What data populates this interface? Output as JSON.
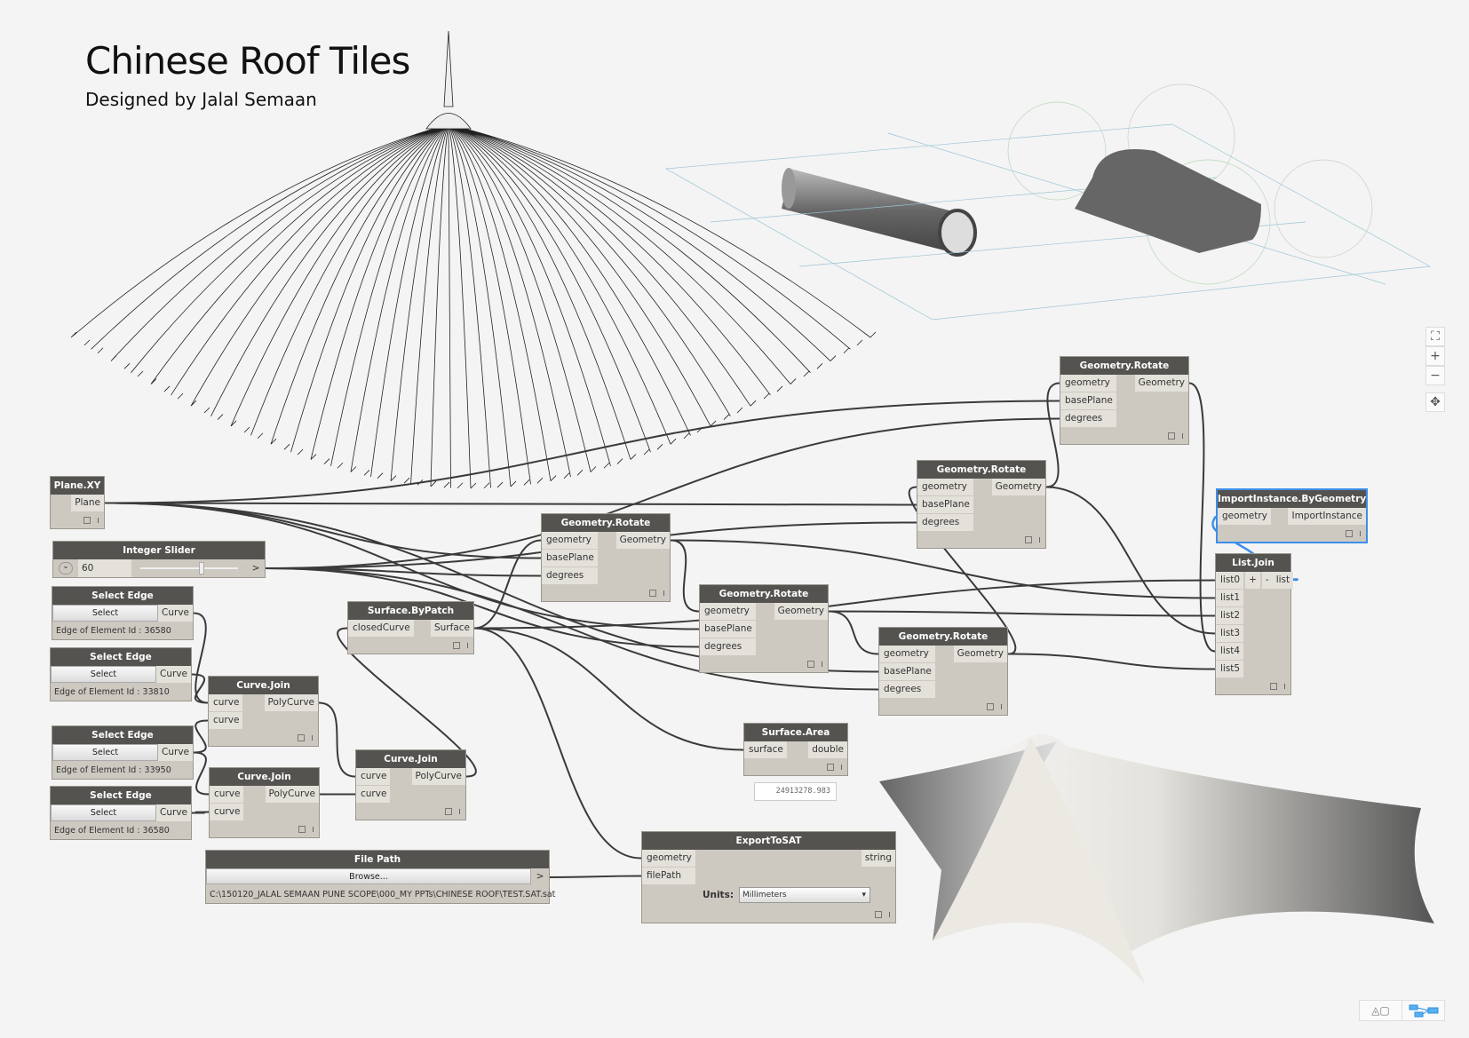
{
  "header": {
    "title": "Chinese Roof Tiles",
    "subtitle": "Designed by Jalal Semaan"
  },
  "colors": {
    "node_header": "#545350",
    "node_body": "#cdc9c1",
    "selection": "#3d8ee8",
    "canvas": "#f4f4f4"
  },
  "nodes": {
    "plane_xy": {
      "title": "Plane.XY",
      "inputs": [],
      "outputs": [
        "Plane"
      ]
    },
    "integer_slider": {
      "title": "Integer Slider",
      "value": "60",
      "output": ">",
      "slider_fraction": 0.6
    },
    "select_edge_1": {
      "title": "Select Edge",
      "button": "Select",
      "outputs": [
        "Curve"
      ],
      "status": "Edge of Element Id : 36580"
    },
    "select_edge_2": {
      "title": "Select Edge",
      "button": "Select",
      "outputs": [
        "Curve"
      ],
      "status": "Edge of Element Id : 33810"
    },
    "select_edge_3": {
      "title": "Select Edge",
      "button": "Select",
      "outputs": [
        "Curve"
      ],
      "status": "Edge of Element Id : 33950"
    },
    "select_edge_4": {
      "title": "Select Edge",
      "button": "Select",
      "outputs": [
        "Curve"
      ],
      "status": "Edge of Element Id : 36580"
    },
    "curve_join_1": {
      "title": "Curve.Join",
      "inputs": [
        "curve",
        "curve"
      ],
      "outputs": [
        "PolyCurve"
      ]
    },
    "curve_join_2": {
      "title": "Curve.Join",
      "inputs": [
        "curve",
        "curve"
      ],
      "outputs": [
        "PolyCurve"
      ]
    },
    "curve_join_3": {
      "title": "Curve.Join",
      "inputs": [
        "curve",
        "curve"
      ],
      "outputs": [
        "PolyCurve"
      ]
    },
    "surface_bypatch": {
      "title": "Surface.ByPatch",
      "inputs": [
        "closedCurve"
      ],
      "outputs": [
        "Surface"
      ]
    },
    "geometry_rotate_a": {
      "title": "Geometry.Rotate",
      "inputs": [
        "geometry",
        "basePlane",
        "degrees"
      ],
      "outputs": [
        "Geometry"
      ]
    },
    "geometry_rotate_b": {
      "title": "Geometry.Rotate",
      "inputs": [
        "geometry",
        "basePlane",
        "degrees"
      ],
      "outputs": [
        "Geometry"
      ]
    },
    "geometry_rotate_c": {
      "title": "Geometry.Rotate",
      "inputs": [
        "geometry",
        "basePlane",
        "degrees"
      ],
      "outputs": [
        "Geometry"
      ]
    },
    "geometry_rotate_d": {
      "title": "Geometry.Rotate",
      "inputs": [
        "geometry",
        "basePlane",
        "degrees"
      ],
      "outputs": [
        "Geometry"
      ]
    },
    "geometry_rotate_e": {
      "title": "Geometry.Rotate",
      "inputs": [
        "geometry",
        "basePlane",
        "degrees"
      ],
      "outputs": [
        "Geometry"
      ]
    },
    "surface_area": {
      "title": "Surface.Area",
      "inputs": [
        "surface"
      ],
      "outputs": [
        "double"
      ],
      "watch": "24913278.983"
    },
    "import_instance": {
      "title": "ImportInstance.ByGeometry",
      "inputs": [
        "geometry"
      ],
      "outputs": [
        "ImportInstance"
      ],
      "selected": true
    },
    "list_join": {
      "title": "List.Join",
      "inputs": [
        "list0",
        "list1",
        "list2",
        "list3",
        "list4",
        "list5"
      ],
      "outputs": [
        "list"
      ],
      "add": "+",
      "remove": "-"
    },
    "file_path": {
      "title": "File Path",
      "button": "Browse...",
      "output": ">",
      "path": "C:\\150120_JALAL SEMAAN PUNE SCOPE\\000_MY PPTs\\CHINESE ROOF\\TEST.SAT.sat"
    },
    "export_to_sat": {
      "title": "ExportToSAT",
      "inputs": [
        "geometry",
        "filePath"
      ],
      "outputs": [
        "string"
      ],
      "units_label": "Units:",
      "units_value": "Millimeters"
    }
  },
  "connections": [
    [
      "select_edge_1",
      0,
      "curve_join_1",
      0
    ],
    [
      "select_edge_3",
      0,
      "curve_join_1",
      1
    ],
    [
      "select_edge_2",
      0,
      "curve_join_1",
      0
    ],
    [
      "select_edge_4",
      0,
      "curve_join_2",
      1
    ],
    [
      "select_edge_3",
      0,
      "curve_join_2",
      0
    ],
    [
      "curve_join_1",
      0,
      "curve_join_3",
      0
    ],
    [
      "curve_join_2",
      0,
      "curve_join_3",
      1
    ],
    [
      "curve_join_3",
      0,
      "surface_bypatch",
      0
    ],
    [
      "surface_bypatch",
      0,
      "geometry_rotate_a",
      0
    ],
    [
      "surface_bypatch",
      0,
      "surface_area",
      0
    ],
    [
      "surface_bypatch",
      0,
      "export_to_sat",
      0
    ],
    [
      "surface_bypatch",
      0,
      "list_join",
      0
    ],
    [
      "plane_xy",
      0,
      "geometry_rotate_a",
      1
    ],
    [
      "plane_xy",
      0,
      "geometry_rotate_b",
      1
    ],
    [
      "plane_xy",
      0,
      "geometry_rotate_c",
      1
    ],
    [
      "plane_xy",
      0,
      "geometry_rotate_d",
      1
    ],
    [
      "plane_xy",
      0,
      "geometry_rotate_e",
      1
    ],
    [
      "integer_slider",
      0,
      "geometry_rotate_a",
      2
    ],
    [
      "integer_slider",
      0,
      "geometry_rotate_b",
      2
    ],
    [
      "integer_slider",
      0,
      "geometry_rotate_c",
      2
    ],
    [
      "integer_slider",
      0,
      "geometry_rotate_d",
      2
    ],
    [
      "integer_slider",
      0,
      "geometry_rotate_e",
      2
    ],
    [
      "geometry_rotate_a",
      0,
      "geometry_rotate_b",
      0
    ],
    [
      "geometry_rotate_b",
      0,
      "geometry_rotate_c",
      0
    ],
    [
      "geometry_rotate_c",
      0,
      "geometry_rotate_d",
      0
    ],
    [
      "geometry_rotate_d",
      0,
      "geometry_rotate_e",
      0
    ],
    [
      "geometry_rotate_a",
      0,
      "list_join",
      1
    ],
    [
      "geometry_rotate_b",
      0,
      "list_join",
      2
    ],
    [
      "geometry_rotate_d",
      0,
      "list_join",
      3
    ],
    [
      "geometry_rotate_e",
      0,
      "list_join",
      4
    ],
    [
      "geometry_rotate_c",
      0,
      "list_join",
      5
    ],
    [
      "file_path",
      0,
      "export_to_sat",
      1
    ]
  ],
  "icons": {
    "zoom_controls": [
      "fit-icon",
      "zoom-in-icon",
      "zoom-out-icon",
      "pan-icon"
    ],
    "view_toggle": [
      "geometry-view-icon",
      "graph-view-icon"
    ]
  }
}
